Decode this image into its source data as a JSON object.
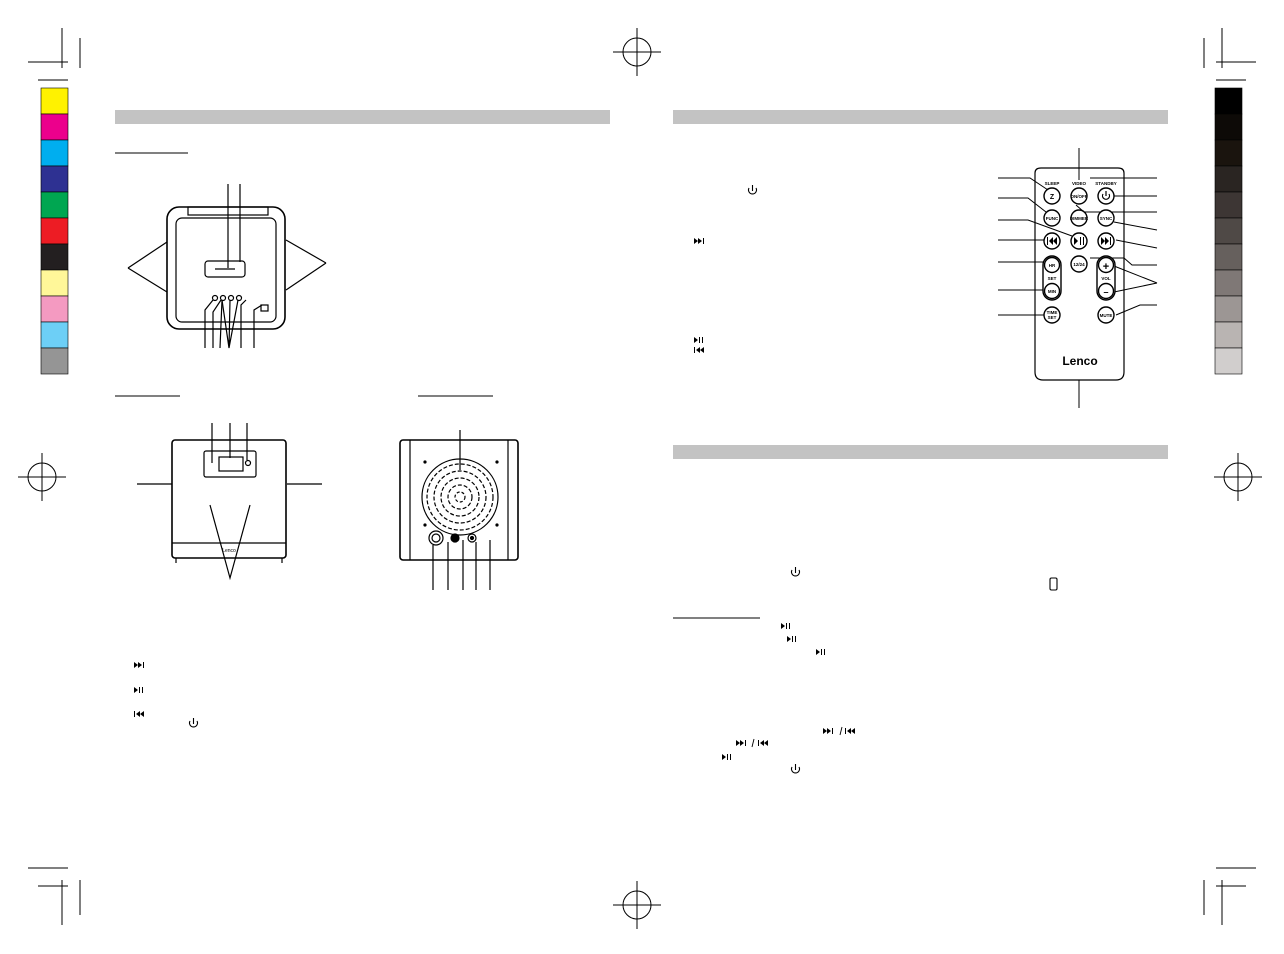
{
  "colors": {
    "left_swatches": [
      "#fff200",
      "#ec008c",
      "#00aeef",
      "#2e3192",
      "#00a651",
      "#ed1c24",
      "#231f20",
      "#fff799",
      "#f49ac1",
      "#6dcff6",
      "#959595"
    ],
    "right_swatches": [
      "#000000",
      "#0d0a07",
      "#1a140e",
      "#2a2522",
      "#3d3634",
      "#4f4946",
      "#66605d",
      "#7f7876",
      "#9c9694",
      "#b9b4b2",
      "#d1cecd"
    ],
    "section_bar": "#c3c3c3"
  },
  "remote": {
    "brand": "Lenco",
    "buttons": {
      "sleep": "SLEEP",
      "sleep_icon": "Z",
      "video": "VIDEO",
      "standby": "STANDBY",
      "onoff": "ON/OFF",
      "func": "FUNC",
      "dimmer": "DIMMER",
      "sync": "SYNC",
      "hr": "HR",
      "set": "SET",
      "min": "MIN",
      "mode": "12/24",
      "vol": "VOL",
      "plus": "+",
      "minus": "–",
      "time": "TIME",
      "time_set": "SET",
      "mute": "MUTE"
    }
  },
  "front_device": {
    "brand": "Lenco"
  },
  "icons": [
    "next-icon",
    "play-pause-icon",
    "previous-icon",
    "power-icon",
    "phone-icon"
  ]
}
